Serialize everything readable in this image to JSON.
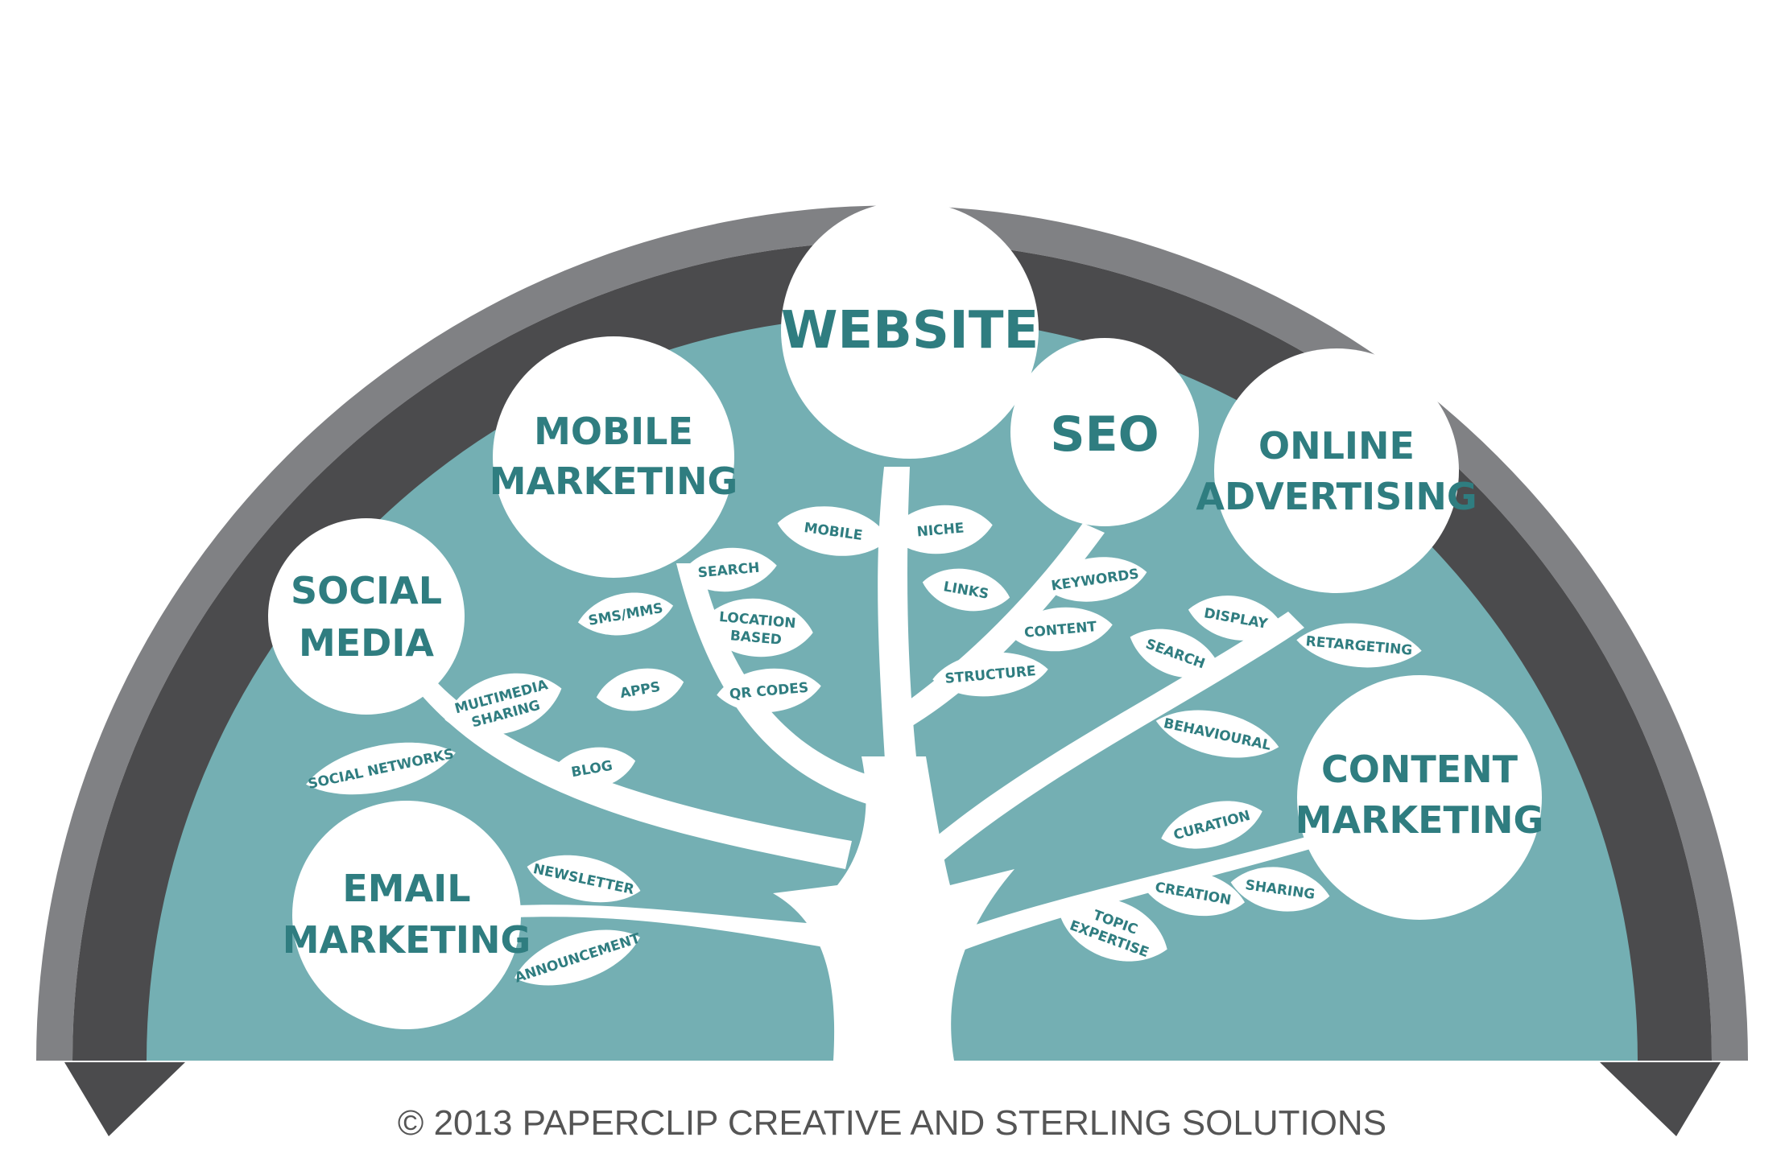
{
  "arc_title": "METRICS,  MEASUREMENT,  MONITORING",
  "copyright": "© 2013 PAPERCLIP CREATIVE AND STERLING SOLUTIONS",
  "colors": {
    "arc_outer": "#808184",
    "arc_inner": "#4b4b4d",
    "background": "#74afb3",
    "text": "#2f7d80",
    "bubble": "#ffffff"
  },
  "nodes": {
    "website": [
      "WEBSITE"
    ],
    "seo": [
      "SEO"
    ],
    "mobile": [
      "MOBILE",
      "MARKETING"
    ],
    "online": [
      "ONLINE",
      "ADVERTISING"
    ],
    "social": [
      "SOCIAL",
      "MEDIA"
    ],
    "content": [
      "CONTENT",
      "MARKETING"
    ],
    "email": [
      "EMAIL",
      "MARKETING"
    ]
  },
  "leaves": {
    "mobile": "MOBILE",
    "niche": "NICHE",
    "search_mobile": "SEARCH",
    "sms": "SMS/MMS",
    "location": [
      "LOCATION",
      "BASED"
    ],
    "apps": "APPS",
    "qr": "QR CODES",
    "links": "LINKS",
    "keywords": "KEYWORDS",
    "content_seo": "CONTENT",
    "structure": "STRUCTURE",
    "display": "DISPLAY",
    "search_online": "SEARCH",
    "retargeting": "RETARGETING",
    "behavioural": "BEHAVIOURAL",
    "multimedia": [
      "MULTIMEDIA",
      "SHARING"
    ],
    "social_networks": "SOCIAL NETWORKS",
    "blog": "BLOG",
    "newsletter": "NEWSLETTER",
    "announcement": "ANNOUNCEMENT",
    "curation": "CURATION",
    "creation": "CREATION",
    "sharing": "SHARING",
    "topic": [
      "TOPIC",
      "EXPERTISE"
    ]
  }
}
